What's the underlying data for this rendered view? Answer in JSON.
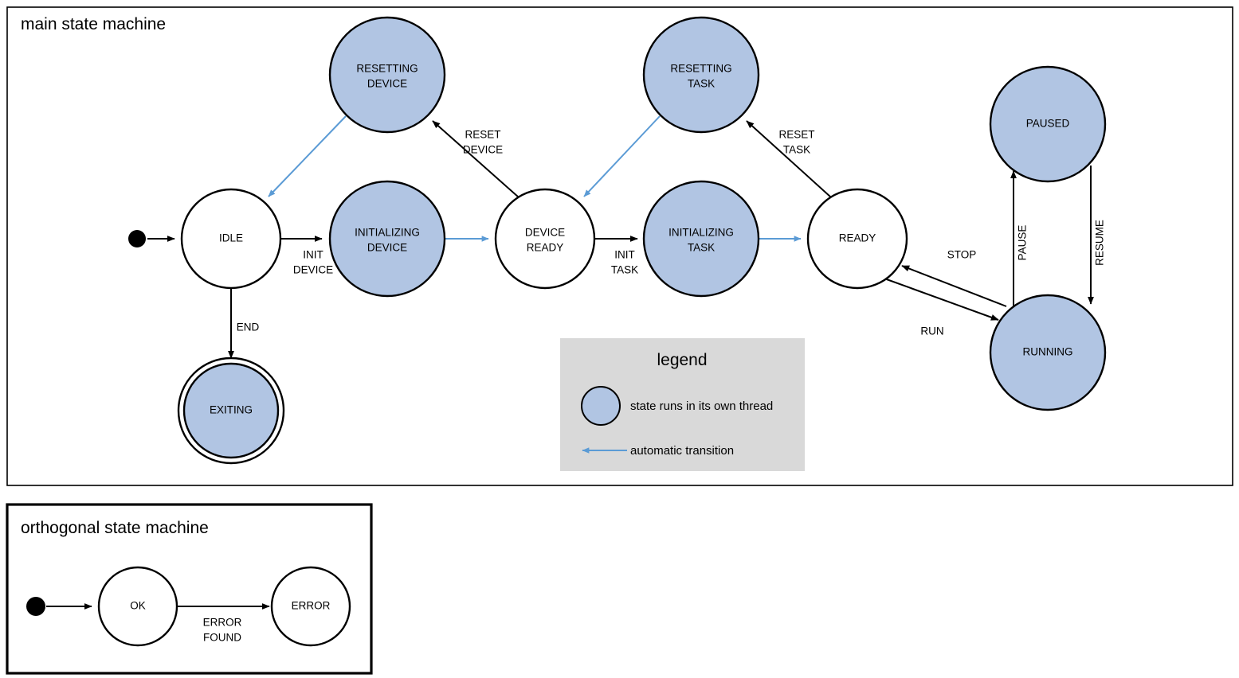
{
  "colors": {
    "thread_state_fill": "#b1c5e3",
    "plain_state_fill": "#ffffff",
    "auto_transition": "#5b9bd5",
    "edge": "#000000",
    "legend_bg": "#d9d9d9",
    "frame_border": "#000000"
  },
  "main_frame": {
    "title": "main state machine"
  },
  "ortho_frame": {
    "title": "orthogonal state machine"
  },
  "states": {
    "idle": "IDLE",
    "initializing_device": "INITIALIZING\nDEVICE",
    "initializing_device_l1": "INITIALIZING",
    "initializing_device_l2": "DEVICE",
    "resetting_device_l1": "RESETTING",
    "resetting_device_l2": "DEVICE",
    "device_ready_l1": "DEVICE",
    "device_ready_l2": "READY",
    "initializing_task_l1": "INITIALIZING",
    "initializing_task_l2": "TASK",
    "resetting_task_l1": "RESETTING",
    "resetting_task_l2": "TASK",
    "ready": "READY",
    "paused": "PAUSED",
    "running": "RUNNING",
    "exiting": "EXITING",
    "ok": "OK",
    "error": "ERROR"
  },
  "transitions": {
    "init_device_l1": "INIT",
    "init_device_l2": "DEVICE",
    "reset_device_l1": "RESET",
    "reset_device_l2": "DEVICE",
    "init_task_l1": "INIT",
    "init_task_l2": "TASK",
    "reset_task_l1": "RESET",
    "reset_task_l2": "TASK",
    "end": "END",
    "run": "RUN",
    "stop": "STOP",
    "pause": "PAUSE",
    "resume": "RESUME",
    "error_found_l1": "ERROR",
    "error_found_l2": "FOUND"
  },
  "legend": {
    "title": "legend",
    "thread_label": "state runs in its own thread",
    "auto_label": "automatic transition"
  },
  "graph_data": {
    "type": "state-diagram",
    "machines": [
      {
        "name": "main state machine",
        "nodes": [
          {
            "id": "start",
            "kind": "initial",
            "label": "",
            "threaded": false
          },
          {
            "id": "IDLE",
            "kind": "state",
            "label": "IDLE",
            "threaded": false
          },
          {
            "id": "INITIALIZING_DEVICE",
            "kind": "state",
            "label": "INITIALIZING DEVICE",
            "threaded": true
          },
          {
            "id": "RESETTING_DEVICE",
            "kind": "state",
            "label": "RESETTING DEVICE",
            "threaded": true
          },
          {
            "id": "DEVICE_READY",
            "kind": "state",
            "label": "DEVICE READY",
            "threaded": false
          },
          {
            "id": "INITIALIZING_TASK",
            "kind": "state",
            "label": "INITIALIZING TASK",
            "threaded": true
          },
          {
            "id": "RESETTING_TASK",
            "kind": "state",
            "label": "RESETTING TASK",
            "threaded": true
          },
          {
            "id": "READY",
            "kind": "state",
            "label": "READY",
            "threaded": false
          },
          {
            "id": "PAUSED",
            "kind": "state",
            "label": "PAUSED",
            "threaded": true
          },
          {
            "id": "RUNNING",
            "kind": "state",
            "label": "RUNNING",
            "threaded": true
          },
          {
            "id": "EXITING",
            "kind": "final",
            "label": "EXITING",
            "threaded": true
          }
        ],
        "edges": [
          {
            "from": "start",
            "to": "IDLE",
            "label": "",
            "automatic": false
          },
          {
            "from": "IDLE",
            "to": "INITIALIZING_DEVICE",
            "label": "INIT DEVICE",
            "automatic": false
          },
          {
            "from": "INITIALIZING_DEVICE",
            "to": "DEVICE_READY",
            "label": "",
            "automatic": true
          },
          {
            "from": "DEVICE_READY",
            "to": "RESETTING_DEVICE",
            "label": "RESET DEVICE",
            "automatic": false
          },
          {
            "from": "RESETTING_DEVICE",
            "to": "IDLE",
            "label": "",
            "automatic": true
          },
          {
            "from": "DEVICE_READY",
            "to": "INITIALIZING_TASK",
            "label": "INIT TASK",
            "automatic": false
          },
          {
            "from": "INITIALIZING_TASK",
            "to": "READY",
            "label": "",
            "automatic": true
          },
          {
            "from": "READY",
            "to": "RESETTING_TASK",
            "label": "RESET TASK",
            "automatic": false
          },
          {
            "from": "RESETTING_TASK",
            "to": "DEVICE_READY",
            "label": "",
            "automatic": true
          },
          {
            "from": "READY",
            "to": "RUNNING",
            "label": "RUN",
            "automatic": false
          },
          {
            "from": "RUNNING",
            "to": "READY",
            "label": "STOP",
            "automatic": false
          },
          {
            "from": "RUNNING",
            "to": "PAUSED",
            "label": "PAUSE",
            "automatic": false
          },
          {
            "from": "PAUSED",
            "to": "RUNNING",
            "label": "RESUME",
            "automatic": false
          },
          {
            "from": "IDLE",
            "to": "EXITING",
            "label": "END",
            "automatic": false
          }
        ]
      },
      {
        "name": "orthogonal state machine",
        "nodes": [
          {
            "id": "start2",
            "kind": "initial",
            "label": "",
            "threaded": false
          },
          {
            "id": "OK",
            "kind": "state",
            "label": "OK",
            "threaded": false
          },
          {
            "id": "ERROR",
            "kind": "state",
            "label": "ERROR",
            "threaded": false
          }
        ],
        "edges": [
          {
            "from": "start2",
            "to": "OK",
            "label": "",
            "automatic": false
          },
          {
            "from": "OK",
            "to": "ERROR",
            "label": "ERROR FOUND",
            "automatic": false
          }
        ]
      }
    ]
  }
}
